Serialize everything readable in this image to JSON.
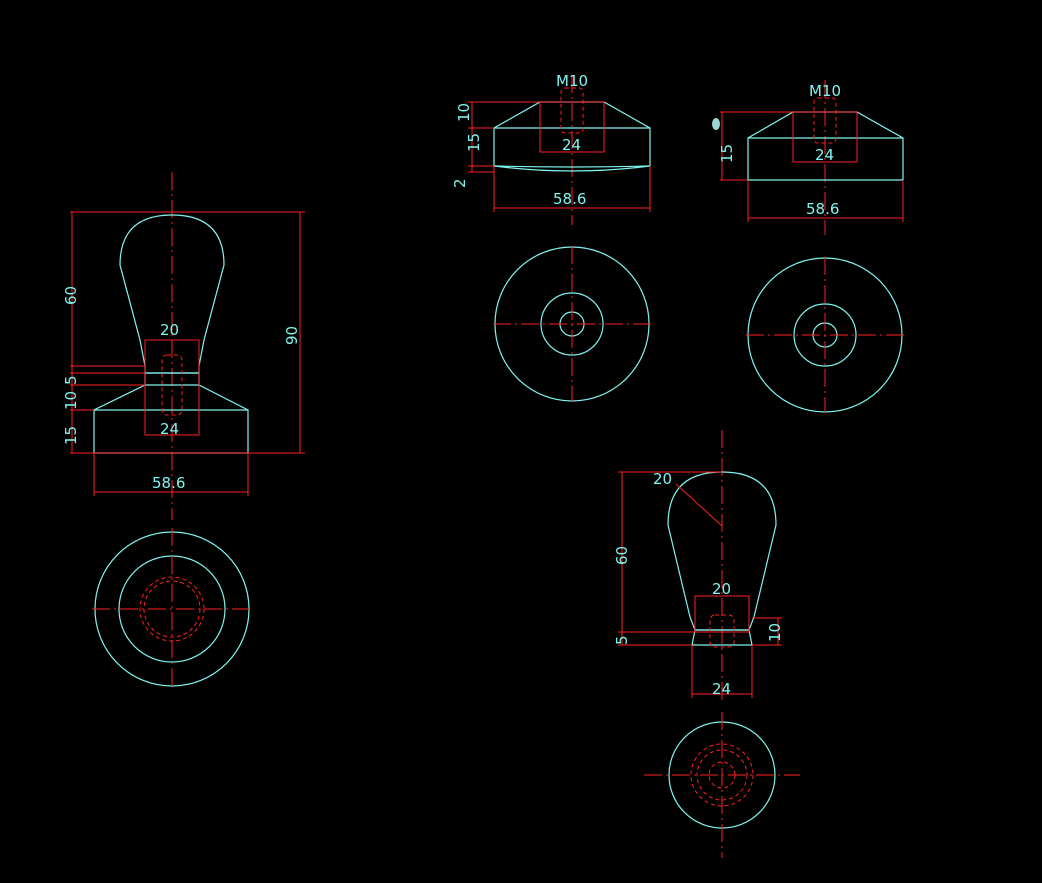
{
  "drawing": {
    "assembly": {
      "height_60": "60",
      "height_5": "5",
      "height_10": "10",
      "height_15": "15",
      "total_90": "90",
      "bore_20": "20",
      "bore_24": "24",
      "base_dia": "58.6"
    },
    "base_a": {
      "thread": "M10",
      "h_10": "10",
      "h_15": "15",
      "h_2": "2",
      "d_24": "24",
      "d_586": "58.6"
    },
    "base_b": {
      "thread": "M10",
      "h_15": "15",
      "d_24": "24",
      "d_586": "58.6"
    },
    "handle": {
      "radius_20": "20",
      "height_60": "60",
      "bore_20": "20",
      "h_5": "5",
      "h_10": "10",
      "d_24": "24"
    }
  },
  "colors": {
    "background": "#000000",
    "outline": "#7ff5f0",
    "dimension": "#ff2020"
  }
}
